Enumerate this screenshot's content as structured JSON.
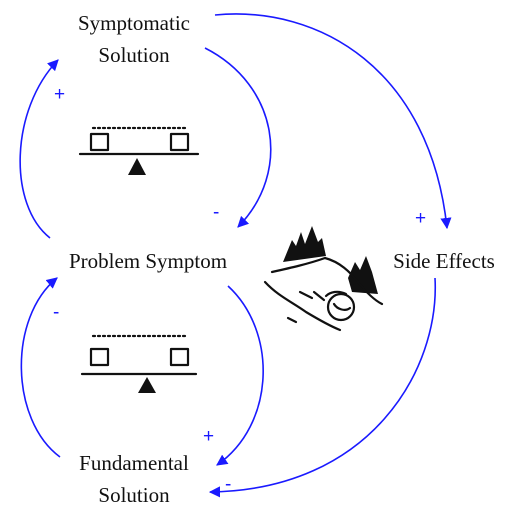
{
  "nodes": {
    "symptomatic_solution": [
      "Symptomatic",
      "Solution"
    ],
    "problem_symptom": "Problem Symptom",
    "side_effects": "Side Effects",
    "fundamental_solution": [
      "Fundamental",
      "Solution"
    ]
  },
  "links": {
    "symptomatic_to_problem": "-",
    "problem_to_symptomatic": "+",
    "symptomatic_to_side_effects": "+",
    "problem_to_fundamental": "+",
    "fundamental_to_problem": "-",
    "side_effects_to_fundamental": "-"
  },
  "colors": {
    "link": "#1a1aff",
    "text": "#111111",
    "icon": "#111111"
  },
  "icons": [
    "balance-seesaw-icon",
    "balance-seesaw-icon",
    "snowball-hill-icon"
  ]
}
